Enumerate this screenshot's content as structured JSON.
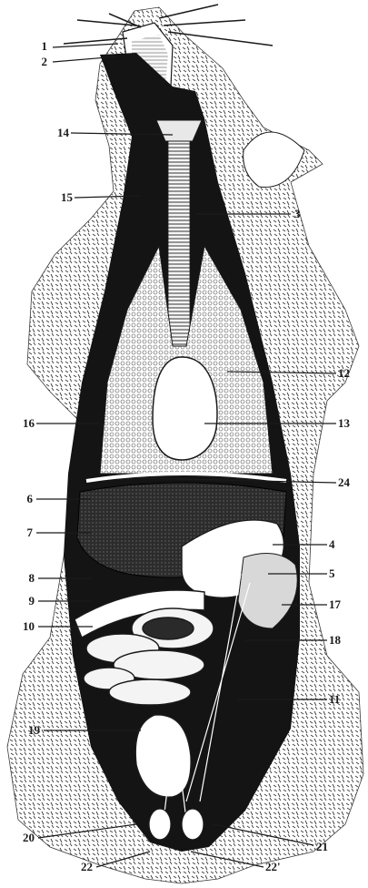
{
  "colors": {
    "ink": "#1a1a1a",
    "fur": "#3a3a3a",
    "cavity": "#141414",
    "paper": "#ffffff",
    "organ": "#f2f2f2"
  },
  "labels": {
    "l1": "1",
    "l2": "2",
    "l14": "14",
    "l15": "15",
    "l3": "3",
    "l12": "12",
    "l13": "13",
    "l16": "16",
    "l24": "24",
    "l6": "6",
    "l7": "7",
    "l4": "4",
    "l8": "8",
    "l5": "5",
    "l9": "9",
    "l17": "17",
    "l10": "10",
    "l18": "18",
    "l11": "11",
    "l19": "19",
    "l20": "20",
    "l21": "21",
    "l22": "22",
    "l22p": "22'"
  }
}
